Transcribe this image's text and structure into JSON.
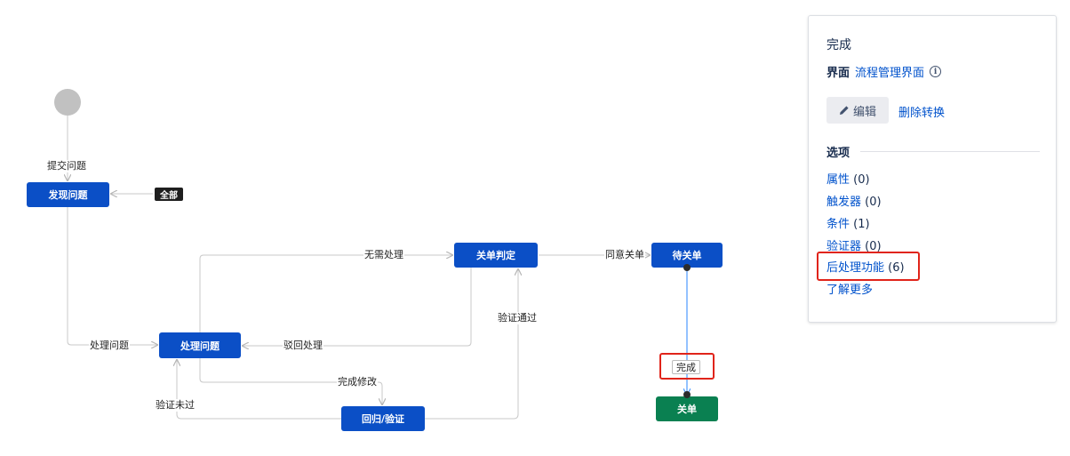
{
  "diagram": {
    "statuses": {
      "found": "发现问题",
      "handle": "处理问题",
      "close_judge": "关单判定",
      "pending": "待关单",
      "regress": "回归/验证",
      "closed": "关单"
    },
    "transitions": {
      "submit": "提交问题",
      "all": "全部",
      "no_handle": "无需处理",
      "agree_close": "同意关单",
      "verify_pass": "验证通过",
      "handle": "处理问题",
      "reject": "驳回处理",
      "fix_done": "完成修改",
      "verify_fail": "验证未过",
      "complete": "完成"
    },
    "colors": {
      "status_blue": "#0b4fc6",
      "status_green": "#0a8051",
      "selected_line": "#4c9aff",
      "highlight": "#e0241a"
    }
  },
  "panel": {
    "title": "完成",
    "screen_label": "界面",
    "screen_link": "流程管理界面",
    "info_icon": "info-icon",
    "edit_button": "编辑",
    "edit_icon": "pencil-icon",
    "delete_link": "删除转换",
    "options_heading": "选项",
    "options": [
      {
        "label": "属性",
        "count": "(0)"
      },
      {
        "label": "触发器",
        "count": "(0)"
      },
      {
        "label": "条件",
        "count": "(1)"
      },
      {
        "label": "验证器",
        "count": "(0)"
      },
      {
        "label": "后处理功能",
        "count": "(6)"
      }
    ],
    "learn_more": "了解更多"
  }
}
